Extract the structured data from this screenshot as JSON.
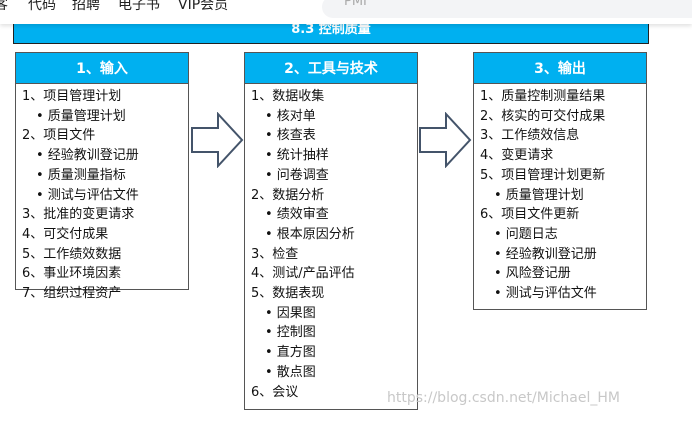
{
  "nav": {
    "items": [
      "客",
      "代码",
      "招聘",
      "电子书",
      "VIP会员"
    ],
    "search_value": "PMI"
  },
  "title": "8.3 控制质量",
  "columns": [
    {
      "header": "1、输入",
      "items": [
        {
          "t": "1、项目管理计划",
          "s": false
        },
        {
          "t": "• 质量管理计划",
          "s": true
        },
        {
          "t": "2、项目文件",
          "s": false
        },
        {
          "t": "• 经验教训登记册",
          "s": true
        },
        {
          "t": "• 质量测量指标",
          "s": true
        },
        {
          "t": "• 测试与评估文件",
          "s": true
        },
        {
          "t": "3、批准的变更请求",
          "s": false
        },
        {
          "t": "4、可交付成果",
          "s": false
        },
        {
          "t": "5、工作绩效数据",
          "s": false
        },
        {
          "t": "6、事业环境因素",
          "s": false
        },
        {
          "t": "7、组织过程资产",
          "s": false
        }
      ]
    },
    {
      "header": "2、工具与技术",
      "items": [
        {
          "t": "1、数据收集",
          "s": false
        },
        {
          "t": "• 核对单",
          "s": true
        },
        {
          "t": "• 核查表",
          "s": true
        },
        {
          "t": "• 统计抽样",
          "s": true
        },
        {
          "t": "• 问卷调查",
          "s": true
        },
        {
          "t": "2、数据分析",
          "s": false
        },
        {
          "t": "• 绩效审查",
          "s": true
        },
        {
          "t": "• 根本原因分析",
          "s": true
        },
        {
          "t": "3、检查",
          "s": false
        },
        {
          "t": "4、测试/产品评估",
          "s": false
        },
        {
          "t": "5、数据表现",
          "s": false
        },
        {
          "t": "• 因果图",
          "s": true
        },
        {
          "t": "• 控制图",
          "s": true
        },
        {
          "t": "• 直方图",
          "s": true
        },
        {
          "t": "• 散点图",
          "s": true
        },
        {
          "t": "6、会议",
          "s": false
        }
      ]
    },
    {
      "header": "3、输出",
      "items": [
        {
          "t": "1、质量控制测量结果",
          "s": false
        },
        {
          "t": "2、核实的可交付成果",
          "s": false
        },
        {
          "t": "3、工作绩效信息",
          "s": false
        },
        {
          "t": "4、变更请求",
          "s": false
        },
        {
          "t": "5、项目管理计划更新",
          "s": false
        },
        {
          "t": "• 质量管理计划",
          "s": true
        },
        {
          "t": "6、项目文件更新",
          "s": false
        },
        {
          "t": "• 问题日志",
          "s": true
        },
        {
          "t": "• 经验教训登记册",
          "s": true
        },
        {
          "t": "• 风险登记册",
          "s": true
        },
        {
          "t": "• 测试与评估文件",
          "s": true
        }
      ]
    }
  ],
  "watermark": "https://blog.csdn.net/Michael_HM"
}
